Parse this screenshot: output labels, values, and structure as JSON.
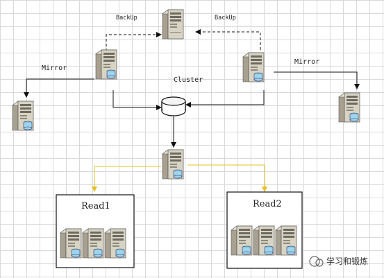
{
  "labels": {
    "backup_left": "BackUp",
    "backup_right": "BackUp",
    "mirror_left": "Mirror",
    "mirror_right": "Mirror",
    "cluster": "Cluster",
    "read1": "Read1",
    "read2": "Read2"
  },
  "watermark": {
    "text": "学习和锻炼"
  },
  "colors": {
    "connector": "#111111",
    "read_link": "#e8c020",
    "server_front": "#d8d4c4",
    "server_side": "#a8a090",
    "disk": "#9ed4ec",
    "grid": "#d9d9d9"
  }
}
